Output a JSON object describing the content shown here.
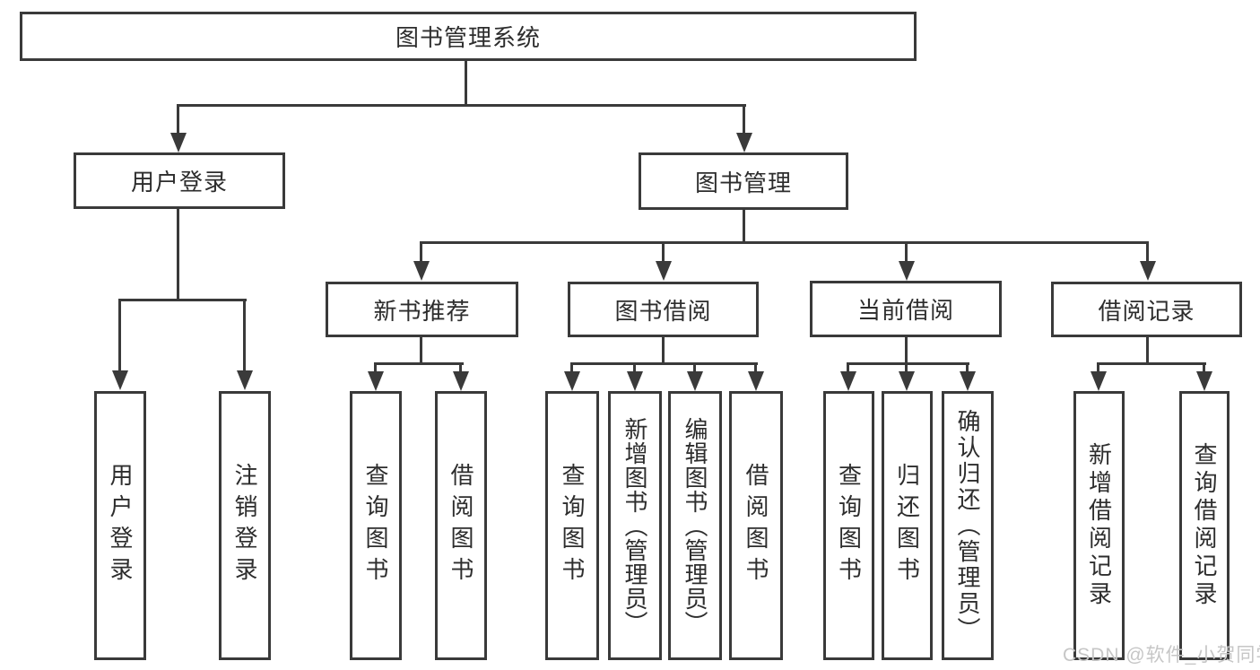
{
  "diagram": {
    "root": {
      "label": "图书管理系统"
    },
    "branches": [
      {
        "label": "用户登录",
        "children": [
          {
            "label": "用户登录"
          },
          {
            "label": "注销登录"
          }
        ]
      },
      {
        "label": "图书管理",
        "children": [
          {
            "label": "新书推荐",
            "children": [
              {
                "label": "查询图书"
              },
              {
                "label": "借阅图书"
              }
            ]
          },
          {
            "label": "图书借阅",
            "children": [
              {
                "label": "查询图书"
              },
              {
                "label": "新增图书（管理员）"
              },
              {
                "label": "编辑图书（管理员）"
              },
              {
                "label": "借阅图书"
              }
            ]
          },
          {
            "label": "当前借阅",
            "children": [
              {
                "label": "查询图书"
              },
              {
                "label": "归还图书"
              },
              {
                "label": "确认归还（管理员）"
              }
            ]
          },
          {
            "label": "借阅记录",
            "children": [
              {
                "label": "新增借阅记录"
              },
              {
                "label": "查询借阅记录"
              }
            ]
          }
        ]
      }
    ],
    "watermark": "CSDN @软件_小贺同学",
    "colors": {
      "line": "#3a3a3a",
      "text": "#2d2d2d",
      "watermark_color": "#c6c6c6",
      "background": "#ffffff"
    }
  }
}
